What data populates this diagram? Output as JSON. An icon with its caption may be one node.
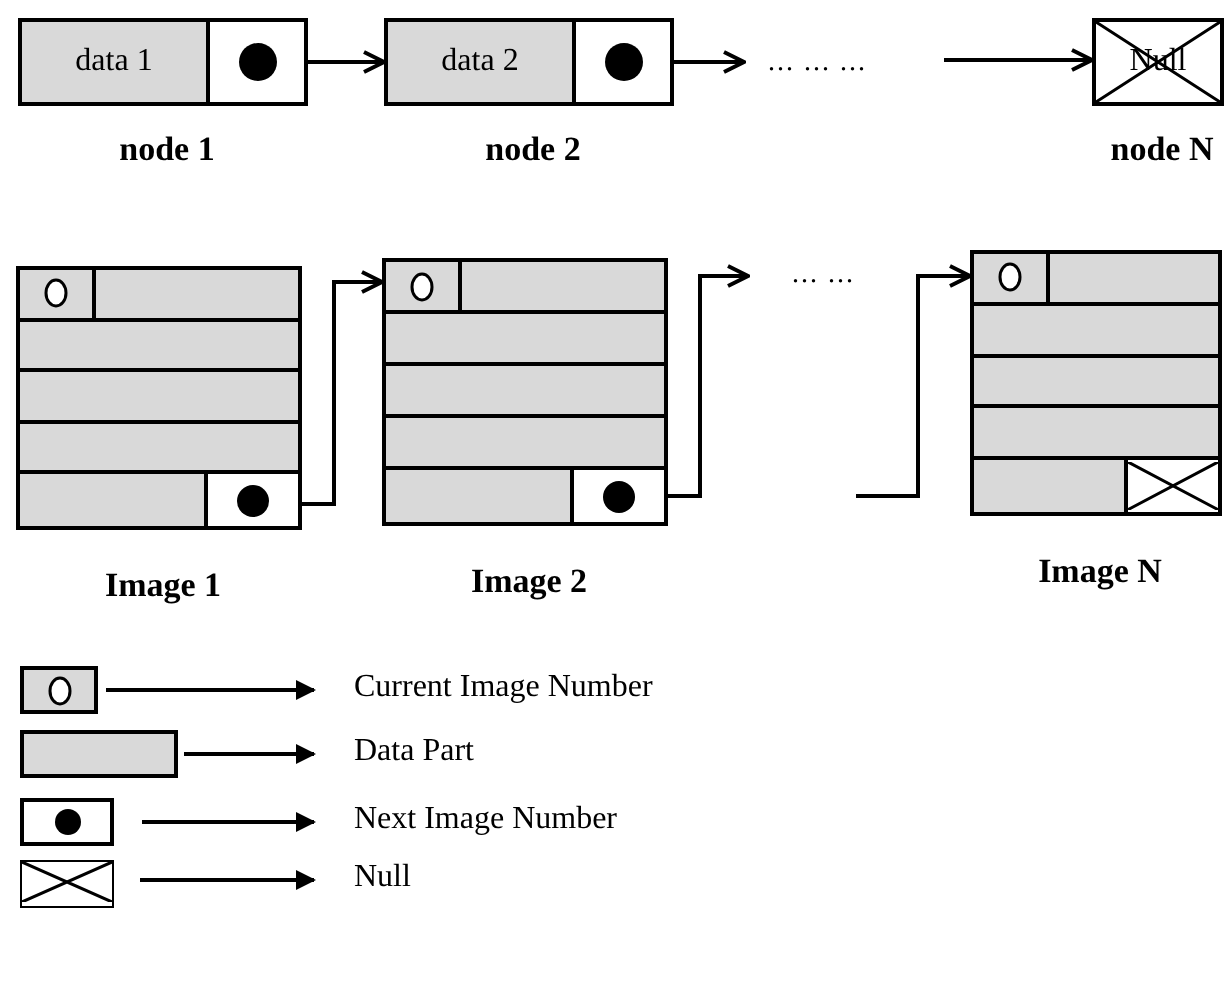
{
  "diagram": {
    "nodes": [
      {
        "text": [
          "data 1"
        ],
        "beside": [
          "node 1"
        ]
      },
      {
        "text": [
          "data 2"
        ],
        "beside": [
          "node 2"
        ]
      },
      {
        "text": [
          "... ... ..."
        ]
      },
      {
        "text": [
          "Null"
        ],
        "beside": [
          "node N"
        ]
      },
      {
        "text": [
          "Image 1"
        ]
      },
      {
        "text": [
          "Image 2"
        ]
      },
      {
        "text": [
          "... ..."
        ]
      },
      {
        "text": [
          "Image N"
        ]
      }
    ],
    "edges": [
      {
        "from": 0,
        "to": 1,
        "arrow": "to"
      },
      {
        "from": 1,
        "to": 2,
        "arrow": "to"
      },
      {
        "from": 2,
        "to": 3,
        "arrow": "to"
      },
      {
        "from": 4,
        "to": 5,
        "arrow": "to"
      },
      {
        "from": 5,
        "to": 6,
        "arrow": "to"
      },
      {
        "from": null,
        "to": 7,
        "arrow": "to"
      }
    ],
    "legend": [
      {
        "text": "Current Image Number"
      },
      {
        "text": "Data Part"
      },
      {
        "text": "Next Image Number"
      },
      {
        "text": "Null"
      }
    ]
  }
}
